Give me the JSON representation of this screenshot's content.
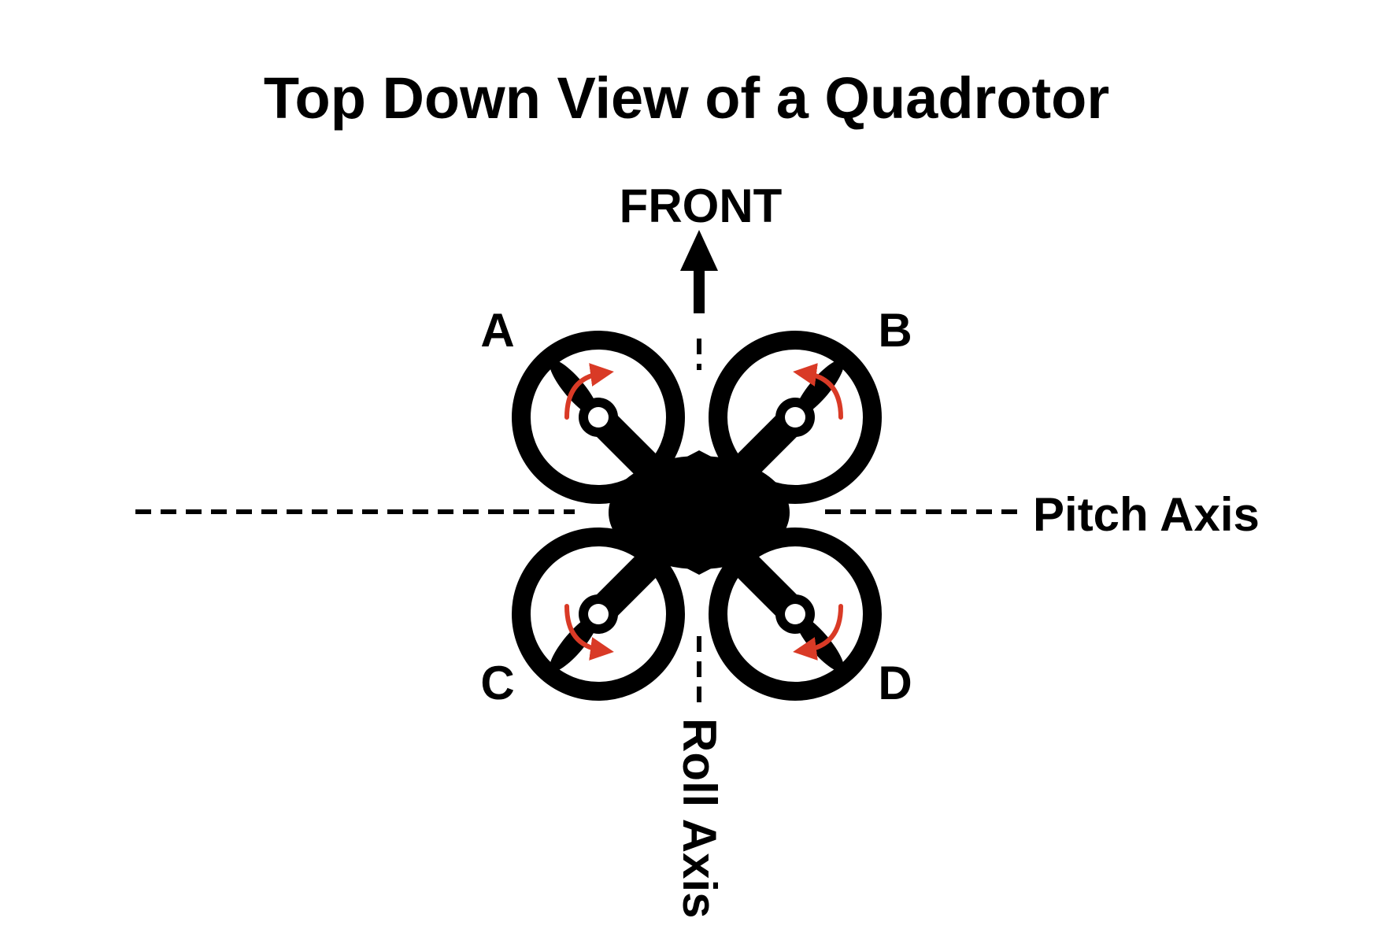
{
  "title": "Top Down View of a Quadrotor",
  "direction_label": "FRONT",
  "axes": {
    "pitch": "Pitch Axis",
    "roll": "Roll Axis"
  },
  "rotors": [
    {
      "id": "A",
      "spin": "clockwise"
    },
    {
      "id": "B",
      "spin": "counterclockwise"
    },
    {
      "id": "C",
      "spin": "counterclockwise"
    },
    {
      "id": "D",
      "spin": "clockwise"
    }
  ],
  "colors": {
    "body": "#000000",
    "rotation_arrow": "#d93a26",
    "background": "#ffffff"
  },
  "icons": [
    "quadrotor-icon",
    "front-arrow-icon",
    "rotation-arrow-icon"
  ]
}
